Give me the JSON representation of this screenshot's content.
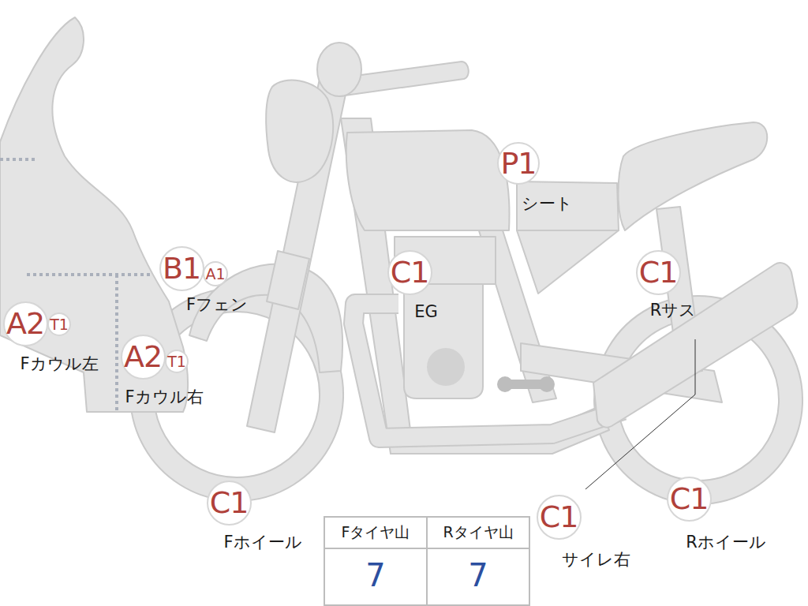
{
  "diagram": {
    "nodes": [
      {
        "text": [
          "A2"
        ]
      },
      {
        "text": [
          "T1"
        ]
      },
      {
        "text": [
          "B1"
        ]
      },
      {
        "text": [
          "A1"
        ]
      },
      {
        "text": [
          "A2"
        ]
      },
      {
        "text": [
          "T1"
        ]
      },
      {
        "text": [
          "P1"
        ]
      },
      {
        "text": [
          "C1"
        ]
      },
      {
        "text": [
          "C1"
        ]
      },
      {
        "text": [
          "C1"
        ]
      },
      {
        "text": [
          "C1"
        ]
      },
      {
        "text": [
          "C1"
        ]
      }
    ],
    "labels": [
      "Fカウル左",
      "Fフェン",
      "Fカウル右",
      "シート",
      "EG",
      "Rサス",
      "Fホイール",
      "サイレ右",
      "Rホイール",
      "Fタイヤ山",
      "Rタイヤ山",
      "7",
      "7"
    ]
  }
}
